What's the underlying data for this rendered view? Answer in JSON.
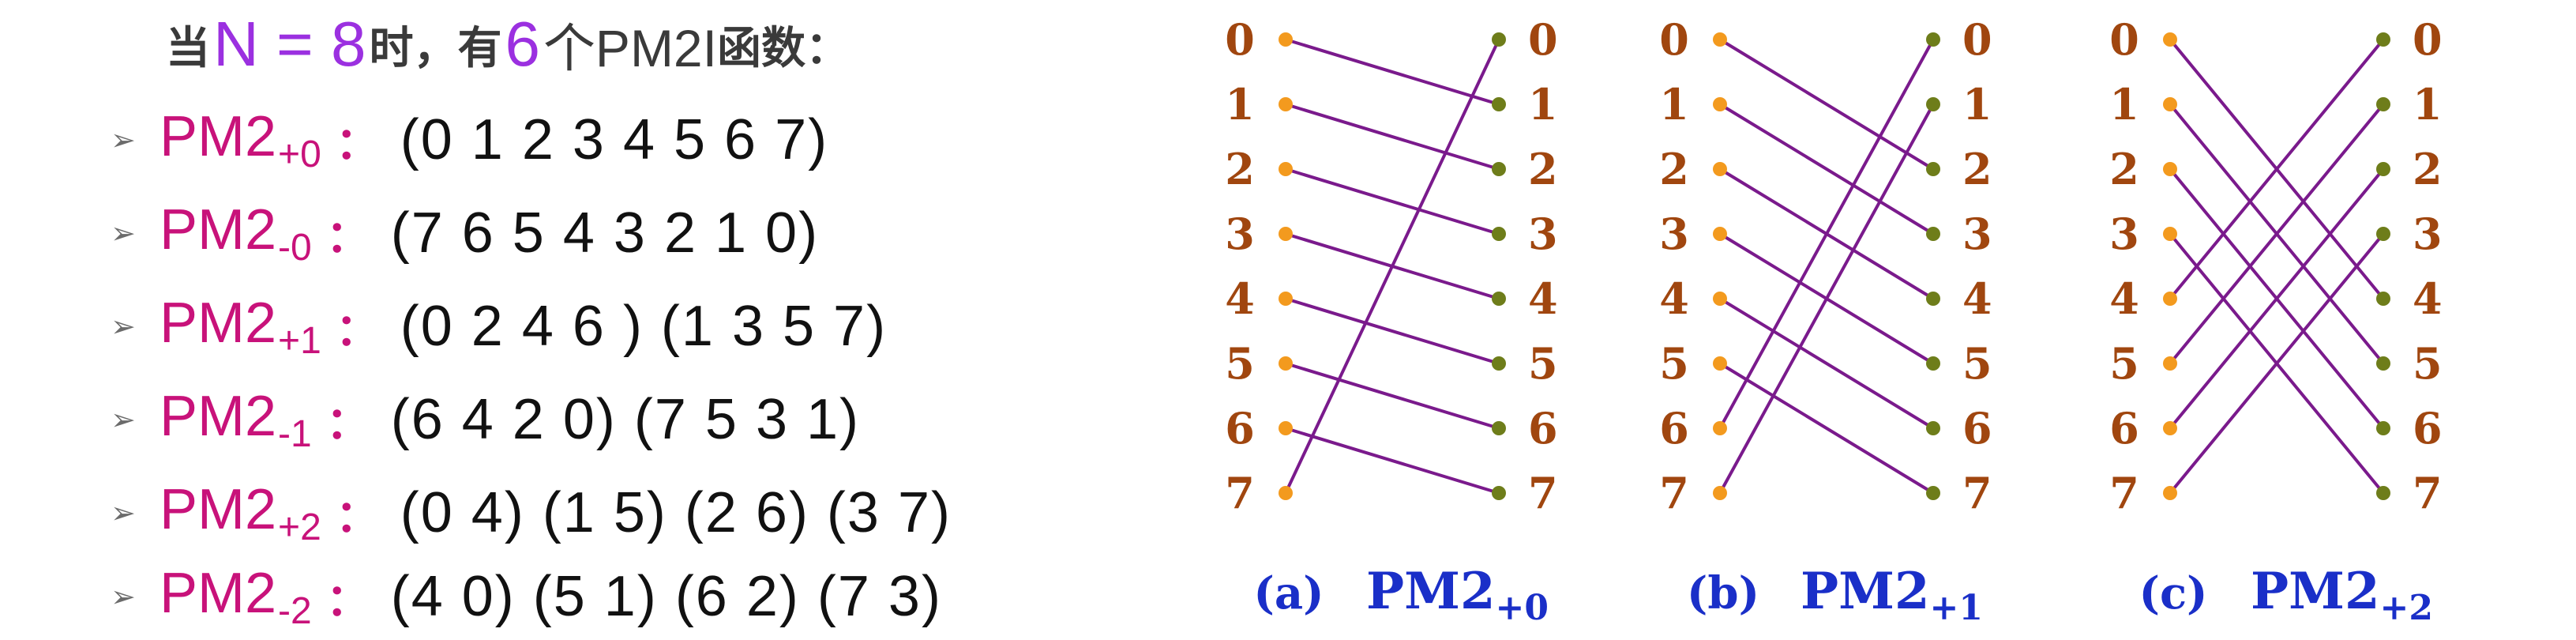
{
  "title": {
    "prefix": "当",
    "n_expr": "N = 8",
    "middle": "时，有",
    "count": "6",
    "suffix_pm": "个PM2I",
    "suffix_cn": "函数："
  },
  "functions": [
    {
      "name": "PM2",
      "sub": "+0",
      "colon": "：",
      "perm": "(0 1 2 3 4 5 6 7)"
    },
    {
      "name": "PM2",
      "sub": "-0",
      "colon": "：",
      "perm": "(7 6 5 4 3 2 1 0)"
    },
    {
      "name": "PM2",
      "sub": "+1",
      "colon": "：",
      "perm": "(0 2 4 6 ) (1 3 5 7)"
    },
    {
      "name": "PM2",
      "sub": "-1",
      "colon": "：",
      "perm": "(6 4 2 0) (7 5 3 1)"
    },
    {
      "name": "PM2",
      "sub": "+2",
      "colon": "：",
      "perm": "(0 4) (1 5) (2 6) (3 7)"
    },
    {
      "name": "PM2",
      "sub": "-2",
      "colon": "：",
      "perm": "(4 0) (5 1) (6 2) (7 3)"
    }
  ],
  "node_labels": [
    "0",
    "1",
    "2",
    "3",
    "4",
    "5",
    "6",
    "7"
  ],
  "diagrams": [
    {
      "letter": "(a)",
      "name": "PM2",
      "sub": "+0",
      "connections": [
        [
          0,
          1
        ],
        [
          1,
          2
        ],
        [
          2,
          3
        ],
        [
          3,
          4
        ],
        [
          4,
          5
        ],
        [
          5,
          6
        ],
        [
          6,
          7
        ],
        [
          7,
          0
        ]
      ]
    },
    {
      "letter": "(b)",
      "name": "PM2",
      "sub": "+1",
      "connections": [
        [
          0,
          2
        ],
        [
          1,
          3
        ],
        [
          2,
          4
        ],
        [
          3,
          5
        ],
        [
          4,
          6
        ],
        [
          5,
          7
        ],
        [
          6,
          0
        ],
        [
          7,
          1
        ]
      ]
    },
    {
      "letter": "(c)",
      "name": "PM2",
      "sub": "+2",
      "connections": [
        [
          0,
          4
        ],
        [
          1,
          5
        ],
        [
          2,
          6
        ],
        [
          3,
          7
        ],
        [
          4,
          0
        ],
        [
          5,
          1
        ],
        [
          6,
          2
        ],
        [
          7,
          3
        ]
      ]
    }
  ],
  "colors": {
    "line": "#7a1a8c",
    "left_dot": "#f39a1e",
    "right_dot": "#6e7d1a",
    "label": "#a0460f",
    "caption": "#1a2fc8",
    "func_name": "#c8127a",
    "accent": "#9b30e0"
  }
}
